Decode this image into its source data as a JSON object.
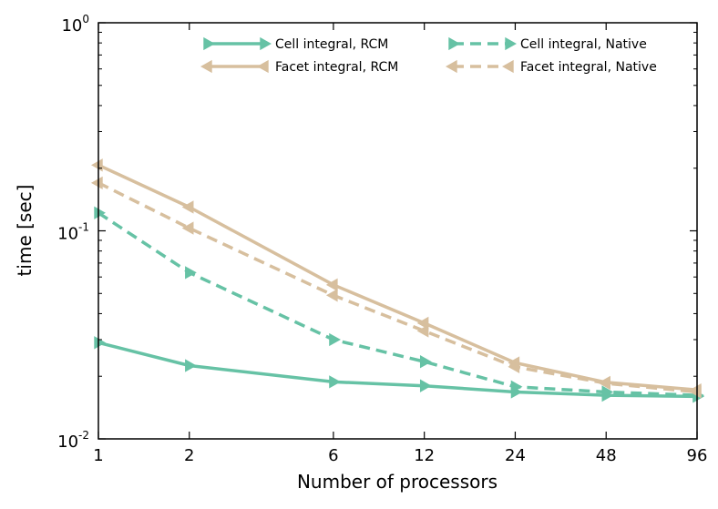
{
  "chart_data": {
    "type": "line",
    "xlabel": "Number of processors",
    "ylabel": "time [sec]",
    "x": [
      1,
      2,
      6,
      12,
      24,
      48,
      96
    ],
    "x_tick_labels": [
      "1",
      "2",
      "6",
      "12",
      "24",
      "48",
      "96"
    ],
    "x_scale": "log",
    "y_scale": "log",
    "ylim": [
      0.01,
      1
    ],
    "y_tick_labels": [
      {
        "base": "10",
        "exp": "-2"
      },
      {
        "base": "10",
        "exp": "-1"
      },
      {
        "base": "10",
        "exp": "0"
      }
    ],
    "grid": false,
    "legend_position": "top-right",
    "series": [
      {
        "name": "Cell integral, RCM",
        "color": "#66c2a5",
        "dashed": false,
        "marker": "triangle-right",
        "values": [
          0.029,
          0.0225,
          0.0188,
          0.018,
          0.0168,
          0.0162,
          0.016
        ]
      },
      {
        "name": "Cell integral, Native",
        "color": "#66c2a5",
        "dashed": true,
        "marker": "triangle-right",
        "values": [
          0.122,
          0.063,
          0.03,
          0.0235,
          0.0178,
          0.0168,
          0.0162
        ]
      },
      {
        "name": "Facet integral, RCM",
        "color": "#d7bf9e",
        "dashed": false,
        "marker": "triangle-left",
        "values": [
          0.207,
          0.13,
          0.055,
          0.036,
          0.0232,
          0.0187,
          0.0172
        ]
      },
      {
        "name": "Facet integral, Native",
        "color": "#d7bf9e",
        "dashed": true,
        "marker": "triangle-left",
        "values": [
          0.17,
          0.103,
          0.049,
          0.033,
          0.0222,
          0.0185,
          0.0168
        ]
      }
    ]
  }
}
